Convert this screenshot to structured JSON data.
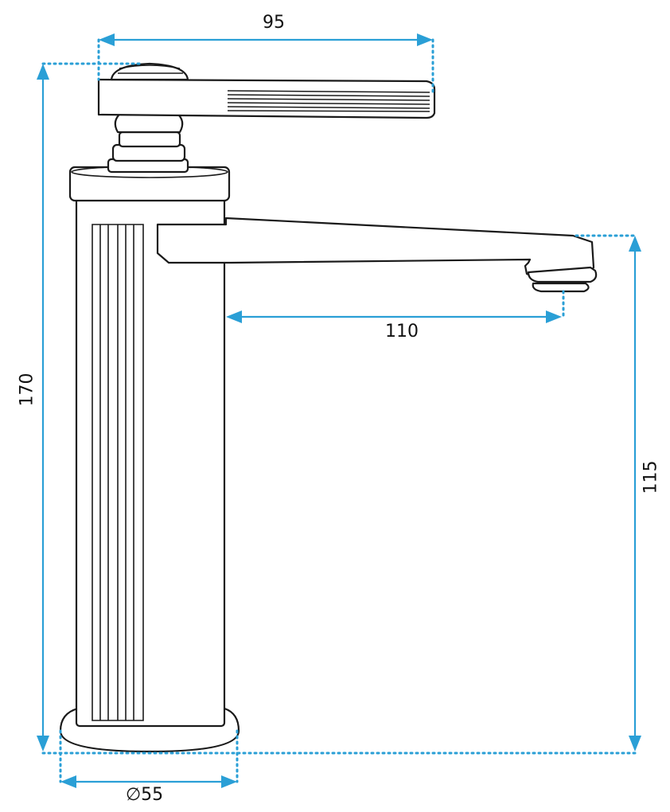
{
  "colors": {
    "dimension": "#2a9fd6",
    "outline": "#1a1a1a"
  },
  "dimensions": {
    "handle_length": "95",
    "total_height": "170",
    "spout_reach": "110",
    "spout_height": "115",
    "base_diameter": "∅55"
  }
}
